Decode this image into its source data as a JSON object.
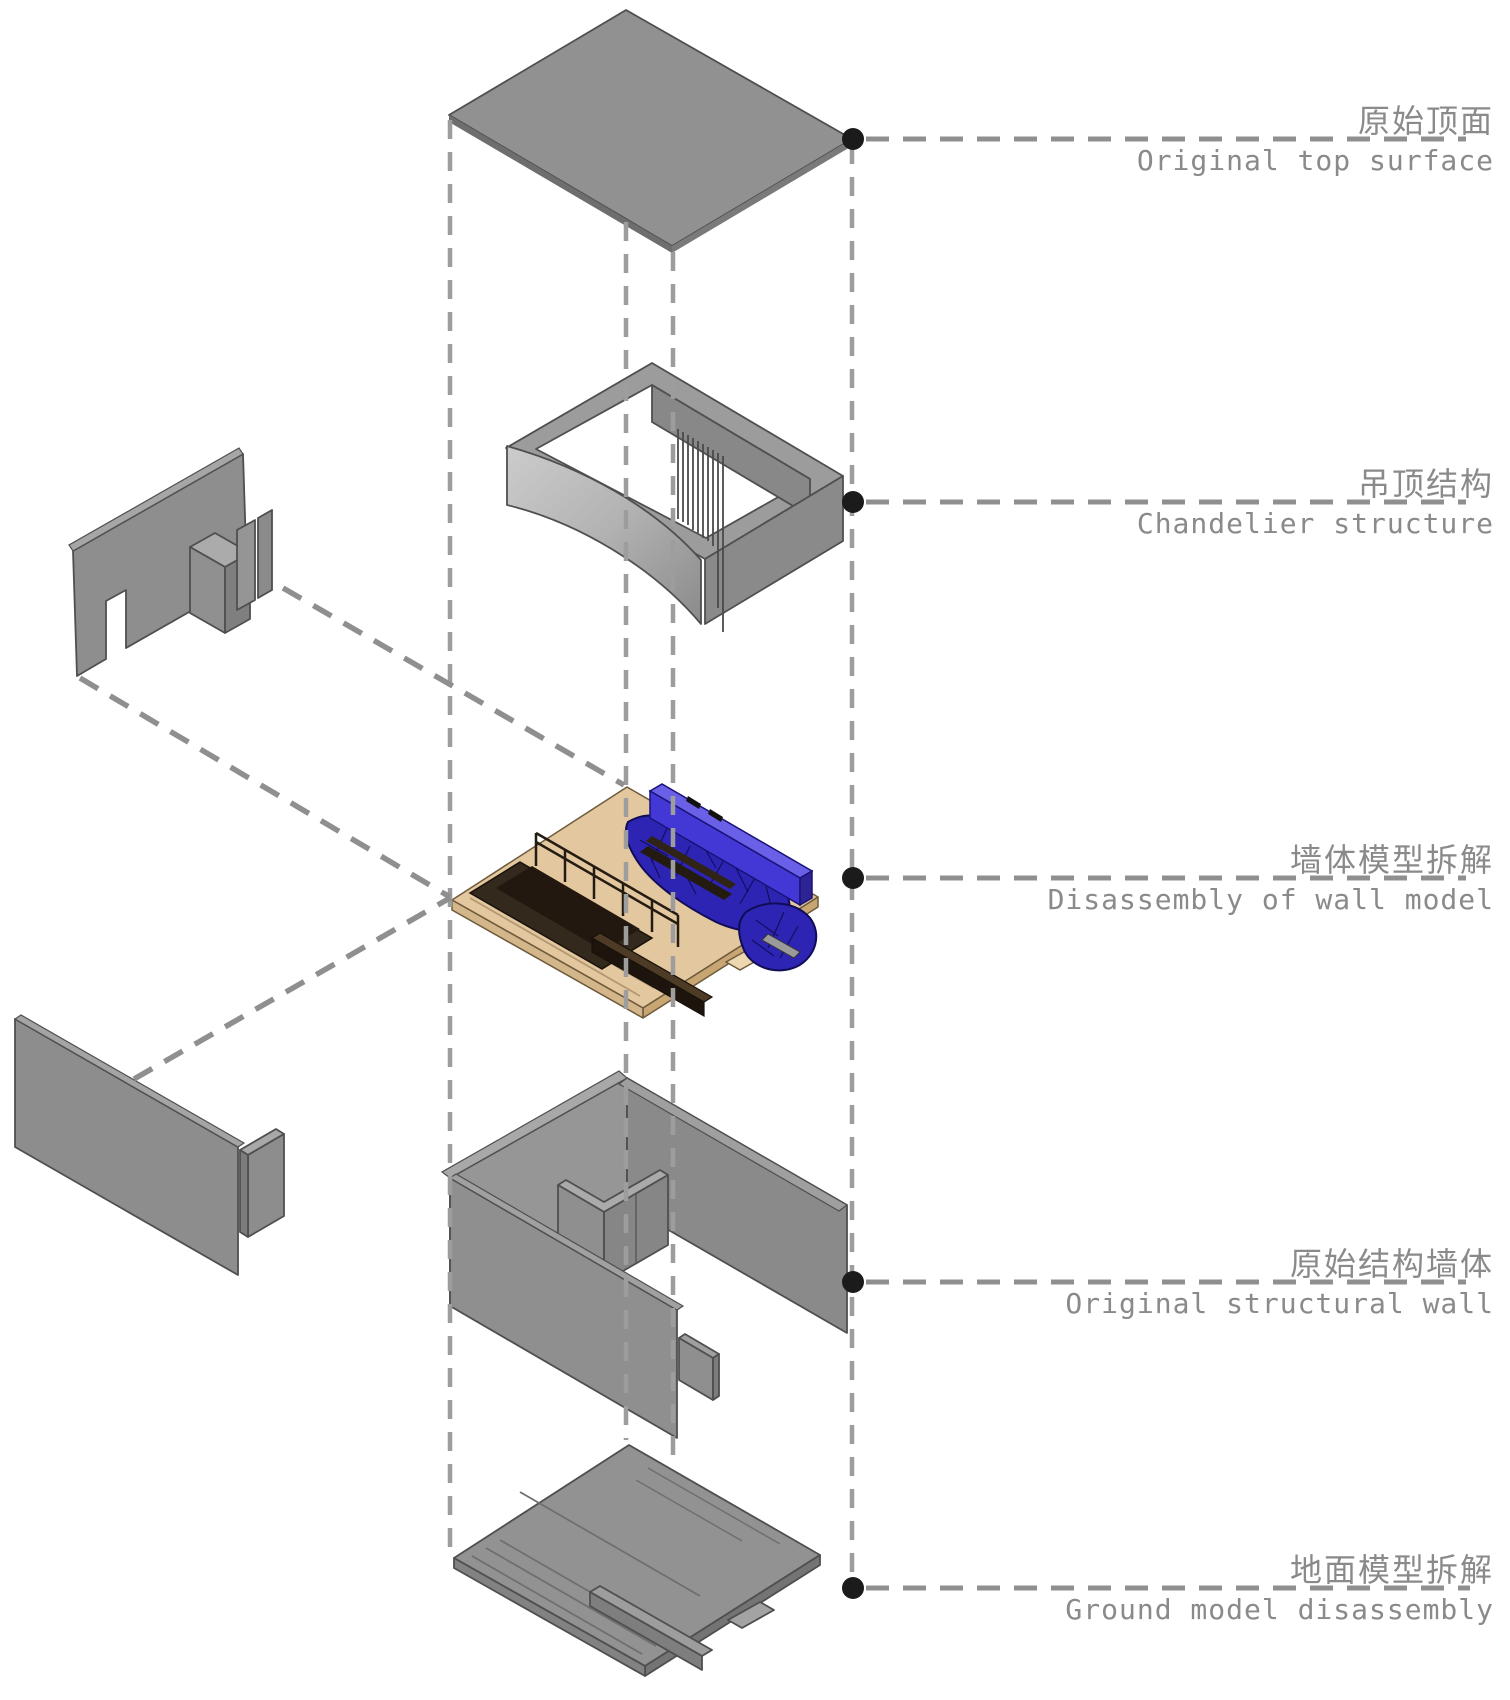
{
  "diagram": {
    "type": "exploded-axonometric-architecture",
    "background": "#ffffff",
    "layers": [
      {
        "id": "top-surface",
        "zh": "原始顶面",
        "en": "Original top surface"
      },
      {
        "id": "chandelier",
        "zh": "吊顶结构",
        "en": "Chandelier structure"
      },
      {
        "id": "wall-model",
        "zh": "墙体模型拆解",
        "en": "Disassembly of wall model"
      },
      {
        "id": "structural-wall",
        "zh": "原始结构墙体",
        "en": "Original structural wall"
      },
      {
        "id": "ground-model",
        "zh": "地面模型拆解",
        "en": "Ground model disassembly"
      }
    ],
    "colors": {
      "surface_gray": "#919191",
      "surface_edge": "#4f4f4f",
      "label_text": "#8a8a8a",
      "leader_dash": "#8f8f8f",
      "node_dot": "#1b1b1b",
      "floor_tan": "#e3c89f",
      "floor_tan_side": "#c8a674",
      "accent_blue": "#4338d6",
      "accent_blue_dark": "#2d2394",
      "wood_dark": "#33291d"
    }
  }
}
